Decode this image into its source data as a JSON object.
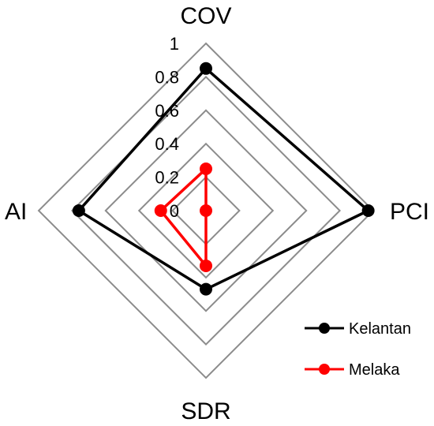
{
  "chart_data": {
    "type": "radar",
    "axes": [
      "COV",
      "PCI",
      "SDR",
      "AI"
    ],
    "ticks": [
      "0",
      "0.2",
      "0.4",
      "0.6",
      "0.8",
      "1"
    ],
    "rlim": [
      0,
      1
    ],
    "grid": true,
    "legend_position": "bottom-right",
    "series": [
      {
        "name": "Kelantan",
        "color": "#000000",
        "values": [
          0.85,
          0.97,
          0.47,
          0.76
        ]
      },
      {
        "name": "Melaka",
        "color": "#ff0000",
        "values": [
          0.25,
          0.0,
          0.33,
          0.27
        ]
      }
    ]
  }
}
